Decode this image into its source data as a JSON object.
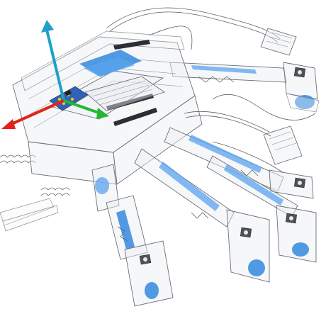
{
  "scene": {
    "kind": "transparent-robot-render",
    "background": "#ffffff",
    "palette": {
      "outline": "#5d6269",
      "shell": "#ebeef2",
      "part_blue": "#3f8fe0",
      "axis_x": "#e0241b",
      "axis_y": "#22b833",
      "axis_z": "#1fa0c8"
    },
    "legs": [
      "front-left",
      "rear-left",
      "front-right",
      "rear-right"
    ]
  }
}
